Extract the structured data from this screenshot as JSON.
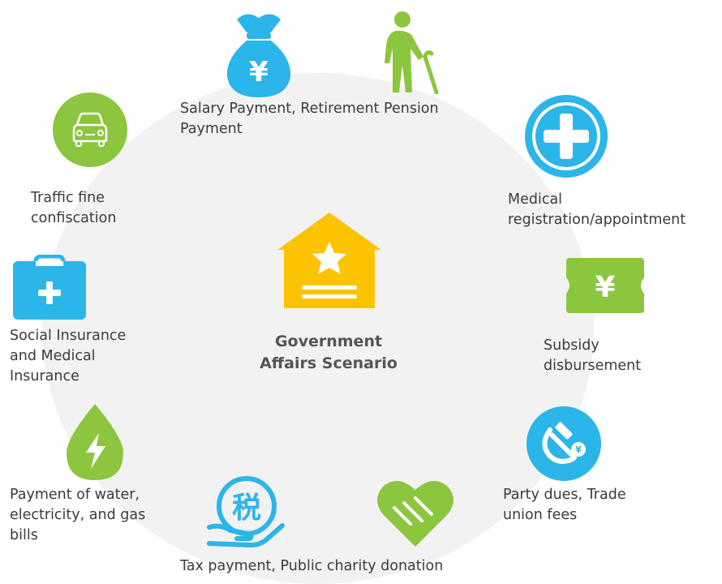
{
  "center": {
    "title": "Government\nAffairs Scenario",
    "icon": "government-house-icon"
  },
  "items": [
    {
      "label": "Salary Payment, Retirement Pension\nPayment",
      "icons": [
        "money-bag-yen-icon",
        "elderly-person-cane-icon"
      ]
    },
    {
      "label": "Traffic fine\nconfiscation",
      "icon": "car-icon"
    },
    {
      "label": "Medical\nregistration/appointment",
      "icon": "medical-cross-icon"
    },
    {
      "label": "Social Insurance\nand Medical\nInsurance",
      "icon": "medical-clipboard-icon"
    },
    {
      "label": "Subsidy\ndisbursement",
      "icon": "yen-ticket-icon"
    },
    {
      "label": "Payment of water,\nelectricity, and gas\nbills",
      "icon": "energy-drop-icon"
    },
    {
      "label": "Party dues, Trade\nunion fees",
      "icon": "hammer-sickle-icon"
    },
    {
      "label": "Tax payment, Public charity donation",
      "icons": [
        "tax-hand-icon",
        "charity-heart-icon"
      ]
    }
  ],
  "colors": {
    "green": "#8cc63f",
    "blue": "#2cb5e8",
    "yellow": "#fcc400",
    "background_circle": "#f2f2f2"
  },
  "glyphs": {
    "yen": "¥",
    "tax": "税",
    "plus": "+"
  }
}
